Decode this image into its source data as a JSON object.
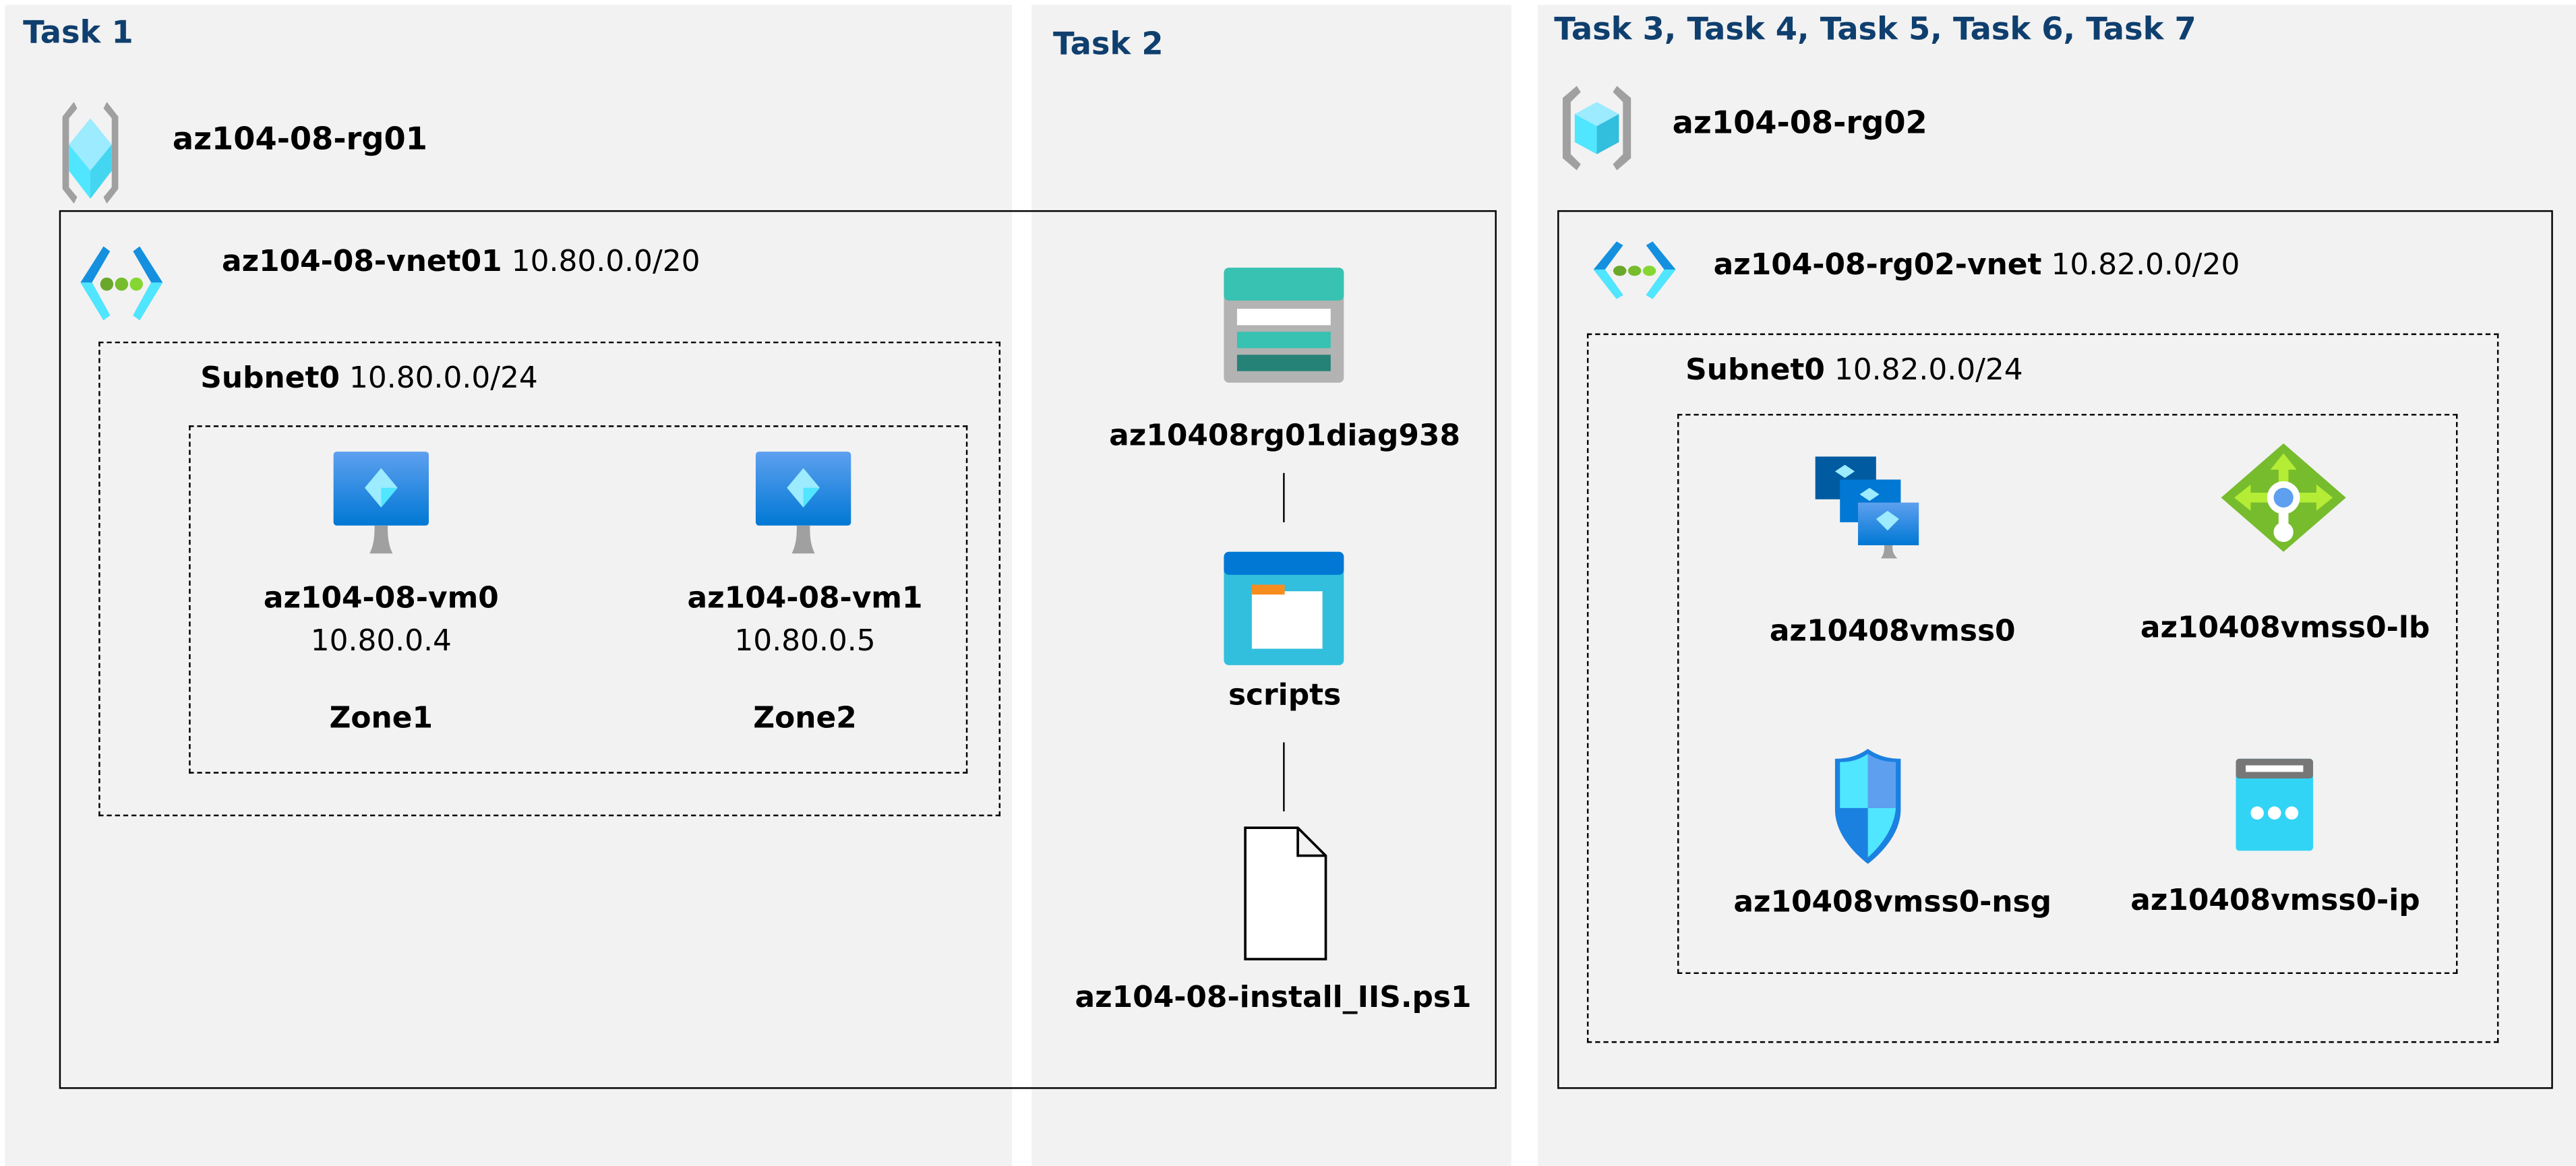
{
  "tasks": {
    "task1": "Task 1",
    "task2": "Task 2",
    "task3to7": "Task 3, Task 4, Task 5, Task 6, Task 7"
  },
  "rg01": {
    "name": "az104-08-rg01",
    "vnet": {
      "name": "az104-08-vnet01",
      "cidr": "10.80.0.0/20"
    },
    "subnet": {
      "name": "Subnet0",
      "cidr": "10.80.0.0/24"
    },
    "vms": [
      {
        "name": "az104-08-vm0",
        "ip": "10.80.0.4",
        "zone": "Zone1"
      },
      {
        "name": "az104-08-vm1",
        "ip": "10.80.0.5",
        "zone": "Zone2"
      }
    ]
  },
  "task2": {
    "storage": "az10408rg01diag938",
    "container": "scripts",
    "file": "az104-08-install_IIS.ps1"
  },
  "rg02": {
    "name": "az104-08-rg02",
    "vnet": {
      "name": "az104-08-rg02-vnet",
      "cidr": "10.82.0.0/20"
    },
    "subnet": {
      "name": "Subnet0",
      "cidr": "10.82.0.0/24"
    },
    "resources": {
      "vmss": "az10408vmss0",
      "lb": "az10408vmss0-lb",
      "nsg": "az10408vmss0-nsg",
      "ip": "az10408vmss0-ip"
    }
  },
  "colors": {
    "panel": "#f2f2f2",
    "task_title": "#0f3f6e",
    "azure_blue": "#0078d4",
    "cyan": "#50e6ff",
    "green": "#7fba00"
  }
}
